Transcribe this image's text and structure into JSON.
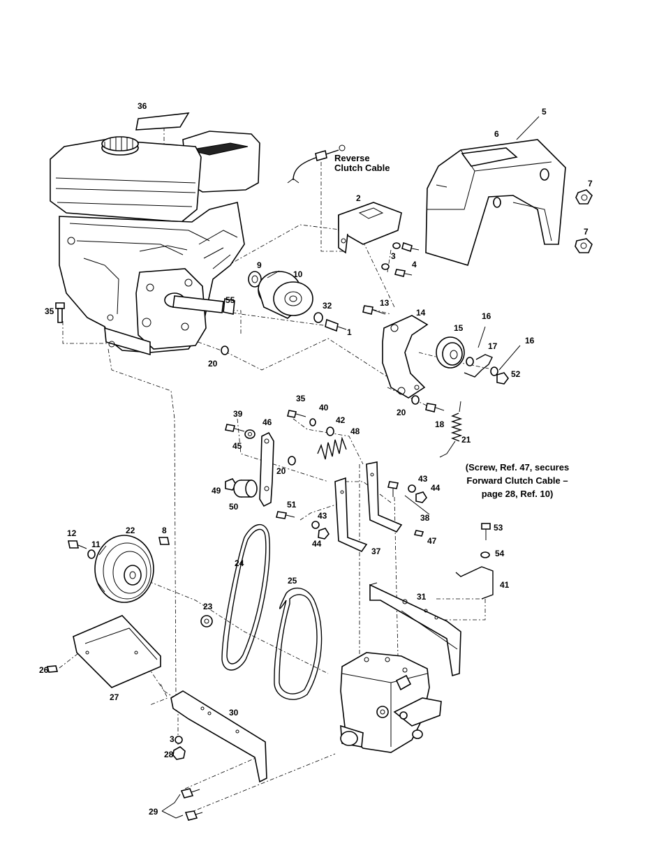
{
  "callouts": [
    "36",
    "5",
    "6",
    "7",
    "7",
    "2",
    "3",
    "4",
    "9",
    "10",
    "55",
    "32",
    "1",
    "13",
    "14",
    "15",
    "16",
    "16",
    "17",
    "52",
    "35",
    "20",
    "20",
    "18",
    "21",
    "35",
    "40",
    "42",
    "48",
    "39",
    "46",
    "45",
    "20",
    "49",
    "50",
    "51",
    "43",
    "44",
    "43",
    "44",
    "38",
    "47",
    "37",
    "53",
    "54",
    "41",
    "12",
    "11",
    "22",
    "8",
    "24",
    "25",
    "23",
    "31",
    "26",
    "27",
    "30",
    "3",
    "28",
    "29"
  ],
  "labels": {
    "reverse_clutch_cable": [
      "Reverse",
      "Clutch Cable"
    ]
  },
  "note": [
    "(Screw, Ref. 47, secures",
    "Forward Clutch Cable –",
    "page 28, Ref. 10)"
  ]
}
